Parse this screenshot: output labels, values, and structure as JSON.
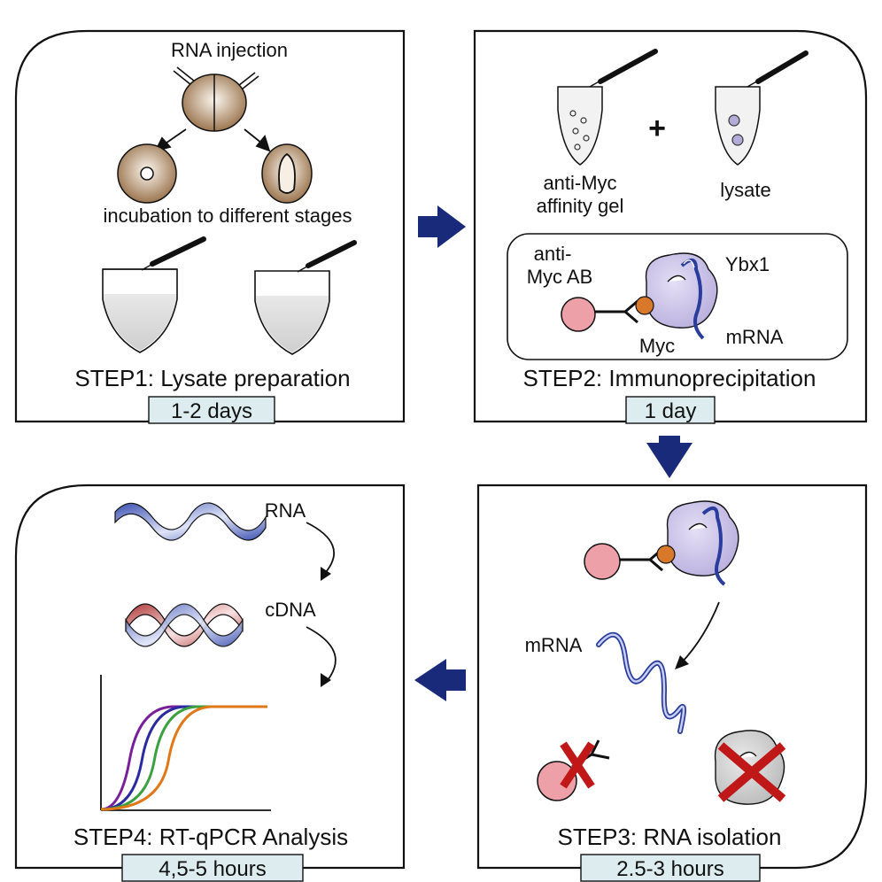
{
  "steps": {
    "step1": {
      "title": "STEP1: Lysate  preparation",
      "duration": "1-2 days",
      "labels": {
        "injection": "RNA injection",
        "incubation": "incubation to different stages"
      }
    },
    "step2": {
      "title": "STEP2: Immunoprecipitation",
      "duration": "1 day",
      "labels": {
        "gel_line1": "anti-Myc",
        "gel_line2": "affinity gel",
        "plus": "+",
        "lysate": "lysate",
        "ab_line1": "anti-",
        "ab_line2": "Myc AB",
        "ybx1": "Ybx1",
        "myc": "Myc",
        "mrna": "mRNA"
      }
    },
    "step3": {
      "title": "STEP3: RNA isolation",
      "duration": "2.5-3 hours",
      "labels": {
        "mrna": "mRNA"
      }
    },
    "step4": {
      "title": "STEP4: RT-qPCR Analysis",
      "duration": "4,5-5 hours",
      "labels": {
        "rna": "RNA",
        "cdna": "cDNA"
      }
    }
  },
  "colors": {
    "arrow": "#1a2a7a",
    "embryo": "#a07a52",
    "bead": "#eda0a8",
    "protein": "#c4bde6",
    "myc_tag": "#d8782a",
    "duration_box": "#dcecef",
    "cross": "#c01818",
    "curves": [
      "#7a1f9a",
      "#2a2aa0",
      "#3aa040",
      "#e07818"
    ]
  }
}
